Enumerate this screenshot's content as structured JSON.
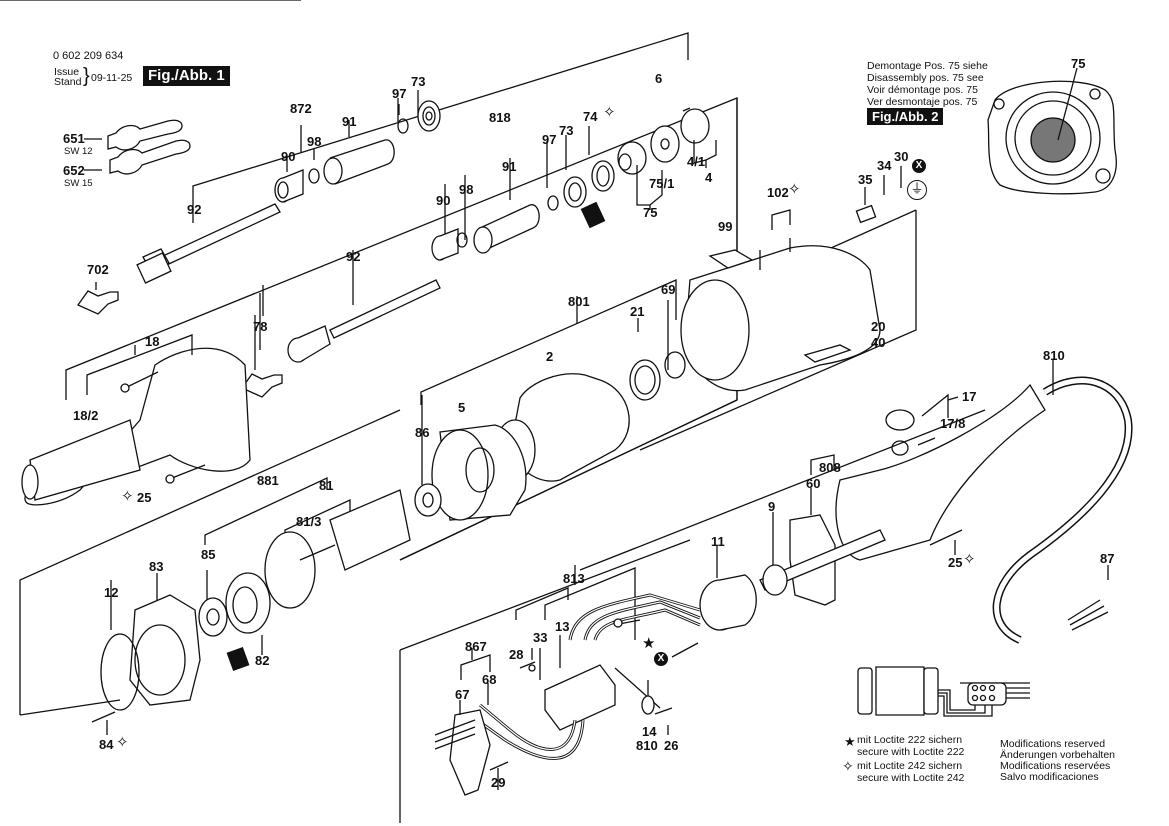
{
  "header": {
    "part_number": "0 602 209 634",
    "issue_label": "Issue",
    "stand_label": "Stand",
    "issue_date": "09-11-25",
    "figure_1_label": "Fig./Abb. 1"
  },
  "figure_2": {
    "notes": [
      "Demontage Pos. 75 siehe",
      "Disassembly pos. 75 see",
      "Voir démontage pos. 75",
      "Ver desmontaje pos. 75"
    ],
    "label": "Fig./Abb. 2",
    "callout": "75"
  },
  "wrenches": [
    {
      "number": "651",
      "size": "SW 12"
    },
    {
      "number": "652",
      "size": "SW 15"
    }
  ],
  "callouts": {
    "c872": "872",
    "c97a": "97",
    "c73a": "73",
    "c91a": "91",
    "c98a": "98",
    "c90a": "90",
    "c92a": "92",
    "c818": "818",
    "c97b": "97",
    "c73b": "73",
    "c74": "74",
    "c6": "6",
    "c4_1": "4/1",
    "c4": "4",
    "c75_1": "75/1",
    "c75": "75",
    "c91b": "91",
    "c98b": "98",
    "c90b": "90",
    "c92b": "92",
    "c702": "702",
    "c78": "78",
    "c18": "18",
    "c18_2": "18/2",
    "c25a": "25",
    "c99": "99",
    "c102": "102",
    "c35": "35",
    "c34": "34",
    "c30": "30",
    "c801": "801",
    "c69": "69",
    "c21": "21",
    "c2": "2",
    "c5": "5",
    "c86": "86",
    "c20": "20",
    "c40": "40",
    "c810a": "810",
    "c17": "17",
    "c17_8": "17/8",
    "c808": "808",
    "c60": "60",
    "c9": "9",
    "c11": "11",
    "c25b": "25",
    "c87": "87",
    "c881": "881",
    "c81": "81",
    "c81_3": "81/3",
    "c85": "85",
    "c83": "83",
    "c12": "12",
    "c82": "82",
    "c84": "84",
    "c813": "813",
    "c13": "13",
    "c33": "33",
    "c28": "28",
    "c867": "867",
    "c67": "67",
    "c68": "68",
    "c14": "14",
    "c810b": "810",
    "c26": "26",
    "c29": "29"
  },
  "legend": {
    "star_line1": "mit Loctite 222 sichern",
    "star_line2": "secure with Loctite 222",
    "diamond_line1": "mit Loctite 242 sichern",
    "diamond_line2": "secure with Loctite 242"
  },
  "modifications": [
    "Modifications reserved",
    "Änderungen vorbehalten",
    "Modifications reservées",
    "Salvo modificaciones"
  ],
  "symbols": {
    "ground": "⏚",
    "x_marker": "X",
    "star": "★",
    "diamond": "✧"
  }
}
